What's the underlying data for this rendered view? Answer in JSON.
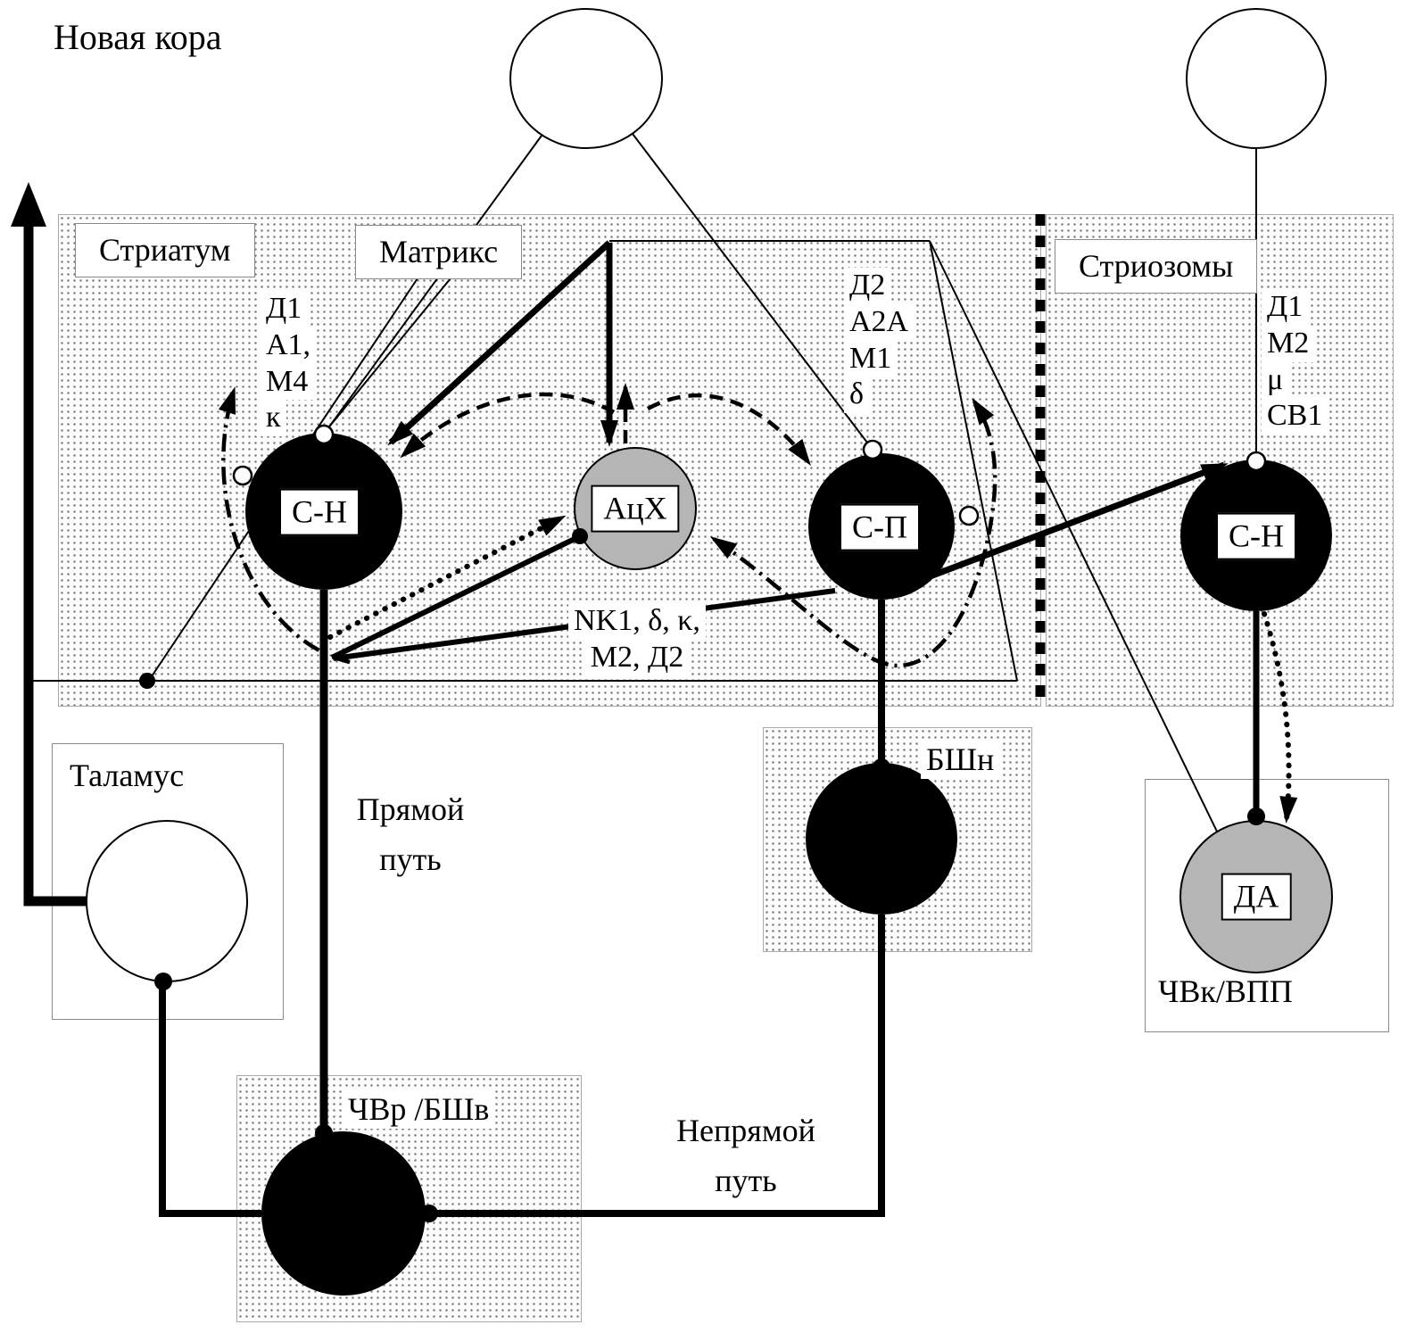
{
  "title": "Новая кора",
  "regions": {
    "striatum": "Стриатум",
    "matrix": "Матрикс",
    "striosomes": "Стриозомы",
    "thalamus": "Таламус",
    "gpi": "БШн",
    "snr_gpe": "ЧВр /БШв",
    "snc_vta": "ЧВк/ВПП"
  },
  "neurons": {
    "sn_matrix": "С-Н",
    "ach": "АцХ",
    "sp": "С-П",
    "sn_striosome": "С-Н",
    "da": "ДА"
  },
  "receptors": {
    "sn_matrix": [
      "Д1",
      "А1,",
      "М4",
      "к"
    ],
    "sp": [
      "Д2",
      "А2А",
      "М1",
      "δ"
    ],
    "sn_striosome": [
      "Д1",
      "М2",
      "μ",
      "СВ1"
    ],
    "ach": [
      "NK1, δ, κ,",
      "М2, Д2"
    ]
  },
  "pathways": {
    "direct_line1": "Прямой",
    "direct_line2": "путь",
    "indirect_line1": "Непрямой",
    "indirect_line2": "путь"
  },
  "colors": {
    "neuron_black": "#000000",
    "neuron_gray": "#b5b5b5",
    "line": "#000000"
  }
}
